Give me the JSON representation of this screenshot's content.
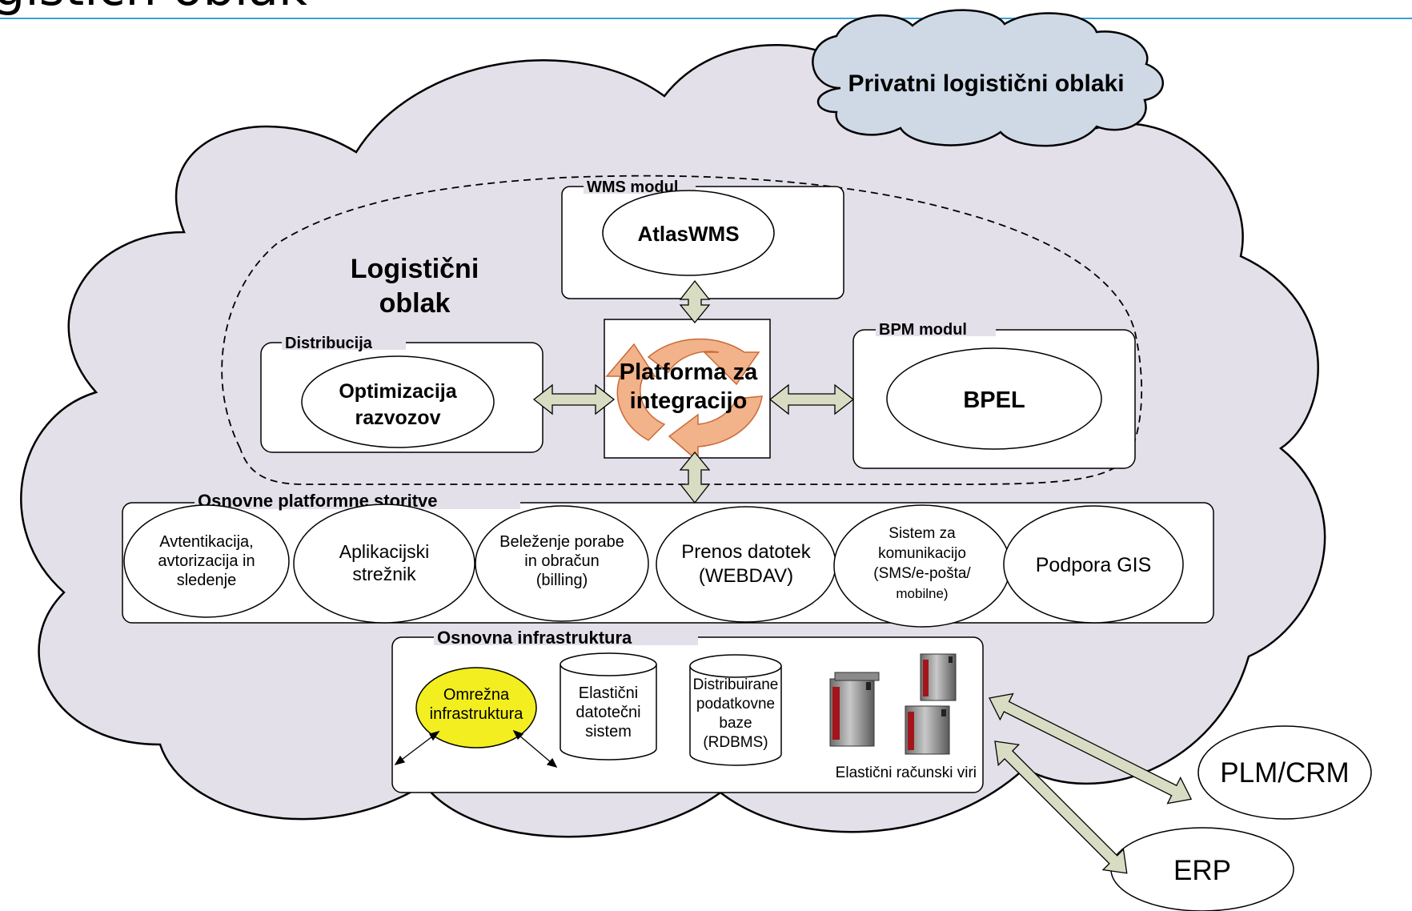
{
  "slide_title_fragment": "gističn oblak",
  "colors": {
    "cloud_fill": "#e3e0ea",
    "private_cloud_fill": "#cfd9e6",
    "platform_fill": "#f2b28a",
    "network_fill": "#f2ee1f",
    "double_arrow_fill": "#d7dcc3",
    "server_red": "#a3151a",
    "title_line": "#3aa0d6"
  },
  "private_cloud": {
    "label": "Privatni logistični oblaki"
  },
  "logistic_cloud": {
    "label_line1": "Logistični",
    "label_line2": "oblak"
  },
  "wms_module": {
    "title": "WMS modul",
    "item": "AtlasWMS"
  },
  "distribution": {
    "title": "Distribucija",
    "item_line1": "Optimizacija",
    "item_line2": "razvozov"
  },
  "bpm_module": {
    "title": "BPM modul",
    "item": "BPEL"
  },
  "integration_platform": {
    "line1": "Platforma za",
    "line2": "integracijo"
  },
  "platform_services": {
    "title": "Osnovne platformne storitve",
    "items": [
      {
        "lines": [
          "Avtentikacija,",
          "avtorizacija in",
          "sledenje"
        ]
      },
      {
        "lines": [
          "Aplikacijski",
          "strežnik"
        ]
      },
      {
        "lines": [
          "Beleženje porabe",
          "in obračun",
          "(billing)"
        ]
      },
      {
        "lines": [
          "Prenos datotek",
          "(WEBDAV)"
        ]
      },
      {
        "lines": [
          "Sistem za",
          "komunikacijo",
          "(SMS/e-pošta/",
          "mobilne)"
        ]
      },
      {
        "lines": [
          "Podpora GIS"
        ]
      }
    ]
  },
  "infrastructure": {
    "title": "Osnovna infrastruktura",
    "network": {
      "line1": "Omrežna",
      "line2": "infrastruktura"
    },
    "file_system": {
      "lines": [
        "Elastični",
        "datotečni",
        "sistem"
      ]
    },
    "databases": {
      "lines": [
        "Distribuirane",
        "podatkovne",
        "baze",
        "(RDBMS)"
      ]
    },
    "compute": {
      "label": "Elastični računski viri"
    }
  },
  "external": {
    "plm_crm": "PLM/CRM",
    "erp": "ERP"
  }
}
